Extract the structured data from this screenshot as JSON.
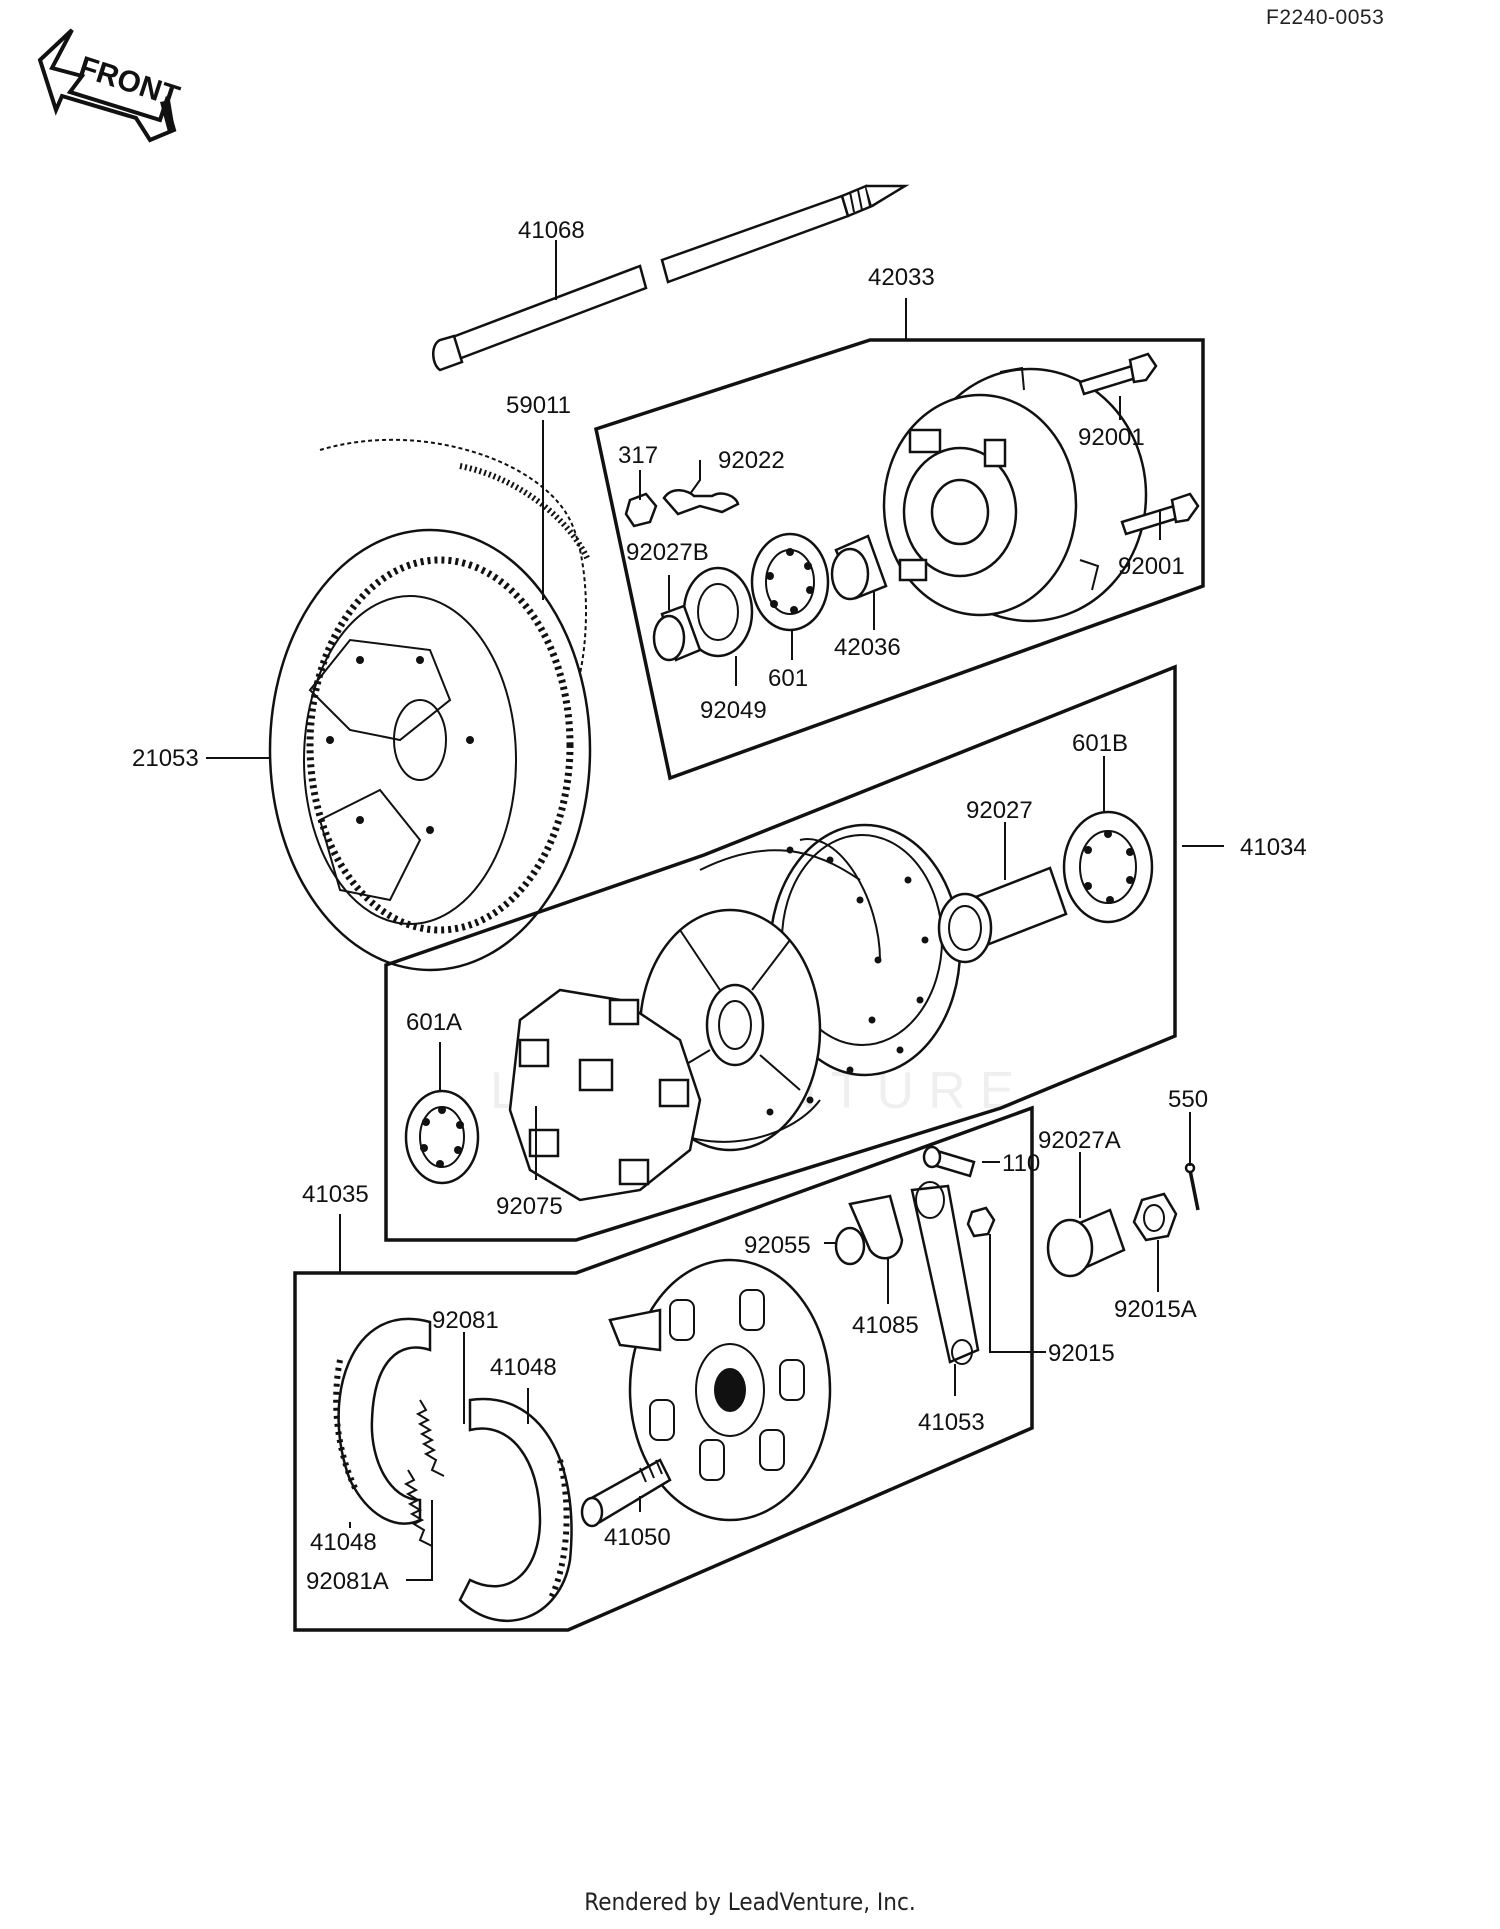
{
  "document_id": "F2240-0053",
  "direction_arrow": "FRONT",
  "watermark": "LEADVENTURE",
  "footer": "Rendered by LeadVenture, Inc.",
  "labels": {
    "p41068": "41068",
    "p42033": "42033",
    "p59011": "59011",
    "p317": "317",
    "p92022": "92022",
    "p92001a": "92001",
    "p92001b": "92001",
    "p92027B": "92027B",
    "p42036": "42036",
    "p601": "601",
    "p92049": "92049",
    "p21053": "21053",
    "p601B": "601B",
    "p92027": "92027",
    "p41034": "41034",
    "p601A": "601A",
    "p92075": "92075",
    "p550": "550",
    "p110": "110",
    "p92027A": "92027A",
    "p41035": "41035",
    "p92055": "92055",
    "p41085": "41085",
    "p92015A": "92015A",
    "p92081": "92081",
    "p41048a": "41048",
    "p92015": "92015",
    "p41053": "41053",
    "p41048b": "41048",
    "p41050": "41050",
    "p92081A": "92081A"
  }
}
